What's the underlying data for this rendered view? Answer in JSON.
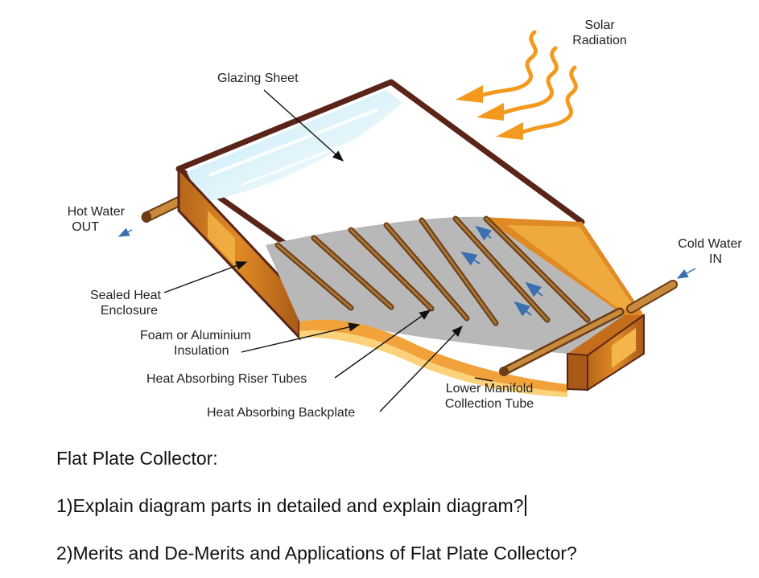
{
  "diagram": {
    "labels": {
      "solar_radiation": [
        "Solar",
        "Radiation"
      ],
      "glazing_sheet": "Glazing Sheet",
      "hot_water_out": [
        "Hot Water",
        "OUT"
      ],
      "cold_water_in": [
        "Cold Water",
        "IN"
      ],
      "sealed_heat_enclosure": [
        "Sealed Heat",
        "Enclosure"
      ],
      "insulation": [
        "Foam or Aluminium",
        "Insulation"
      ],
      "riser_tubes": "Heat Absorbing Riser Tubes",
      "backplate": "Heat Absorbing Backplate",
      "lower_manifold": [
        "Lower Manifold",
        "Collection Tube"
      ]
    },
    "colors": {
      "frame": "#5a2418",
      "glass": "#cfeef8",
      "absorber": "#b8b8b8",
      "riser_tube": "#8a5a2a",
      "insulation": "#f2a23a",
      "enclosure_side": "#d07a1e",
      "radiation_arrow": "#f39a1e",
      "water_arrow": "#3a6fb0"
    }
  },
  "document": {
    "heading": "Flat Plate Collector:",
    "question_1": "1)Explain diagram parts in detailed and explain diagram?",
    "question_2": "2)Merits and De-Merits and Applications of Flat Plate Collector?"
  }
}
